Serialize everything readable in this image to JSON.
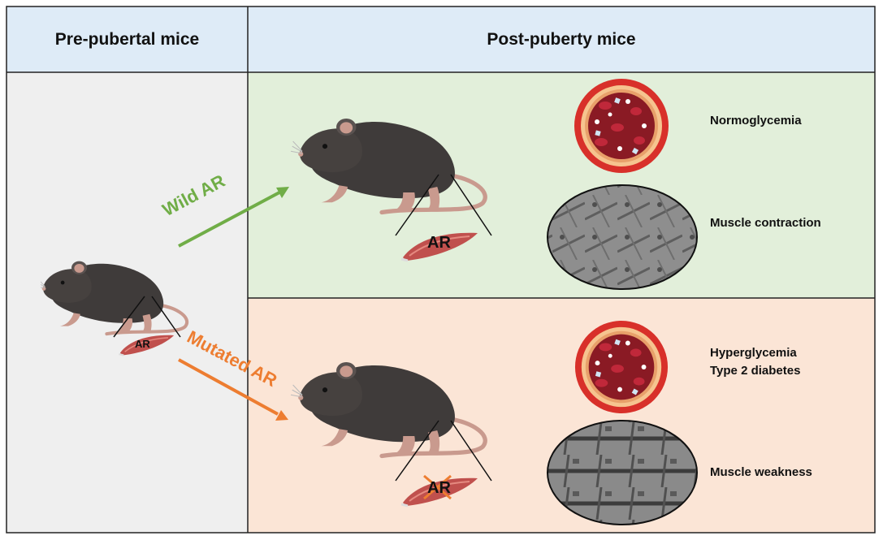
{
  "headers": {
    "left": "Pre-pubertal mice",
    "right": "Post-puberty mice"
  },
  "arrows": {
    "wild": {
      "label": "Wild AR",
      "color": "#70ad47"
    },
    "mutated": {
      "label": "Mutated AR",
      "color": "#ed7d31"
    }
  },
  "muscle_labels": {
    "pre": "AR",
    "wild": "AR",
    "mutated": "AR"
  },
  "outcomes": {
    "wild": {
      "blood": "Normoglycemia",
      "muscle": "Muscle contraction"
    },
    "mutated": {
      "blood_line1": "Hyperglycemia",
      "blood_line2": "Type 2 diabetes",
      "muscle": "Muscle weakness"
    }
  },
  "colors": {
    "header_bg": "#deebf7",
    "left_panel_bg": "#efefef",
    "wild_panel_bg": "#e2efda",
    "mutated_panel_bg": "#fbe5d6",
    "mouse_body": "#3f3b3a",
    "mouse_pink": "#c99a8e",
    "muscle": "#c0504d"
  }
}
